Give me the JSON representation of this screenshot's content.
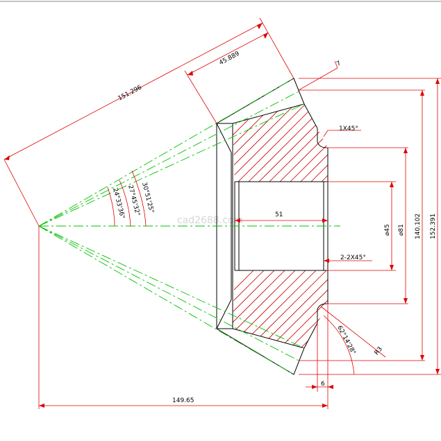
{
  "drawing": {
    "colors": {
      "outline": "#000000",
      "dimension": "#e00000",
      "centerline": "#00c000",
      "hatch": "#cc0000",
      "background": "#ffffff"
    },
    "dimensions": {
      "cone_distance": "151.296",
      "face_width": "45.889",
      "tip_offset": "7",
      "chamfer_top": "1X45°",
      "angle_outer": "30°51'25\"",
      "angle_pitch": "27°45'32\"",
      "angle_root": "24°33'36\"",
      "bore_length": "51",
      "bore_diameter": "⌀45",
      "hub_diameter": "⌀81",
      "pitch_diameter": "140.102",
      "tip_diameter": "152.391",
      "chamfer_bore": "2-2X45°",
      "back_angle": "62°14'28\"",
      "fillet_radius": "R3",
      "hub_offset": "6",
      "mounting_distance": "149.65"
    },
    "watermark": "cad2688.com"
  }
}
